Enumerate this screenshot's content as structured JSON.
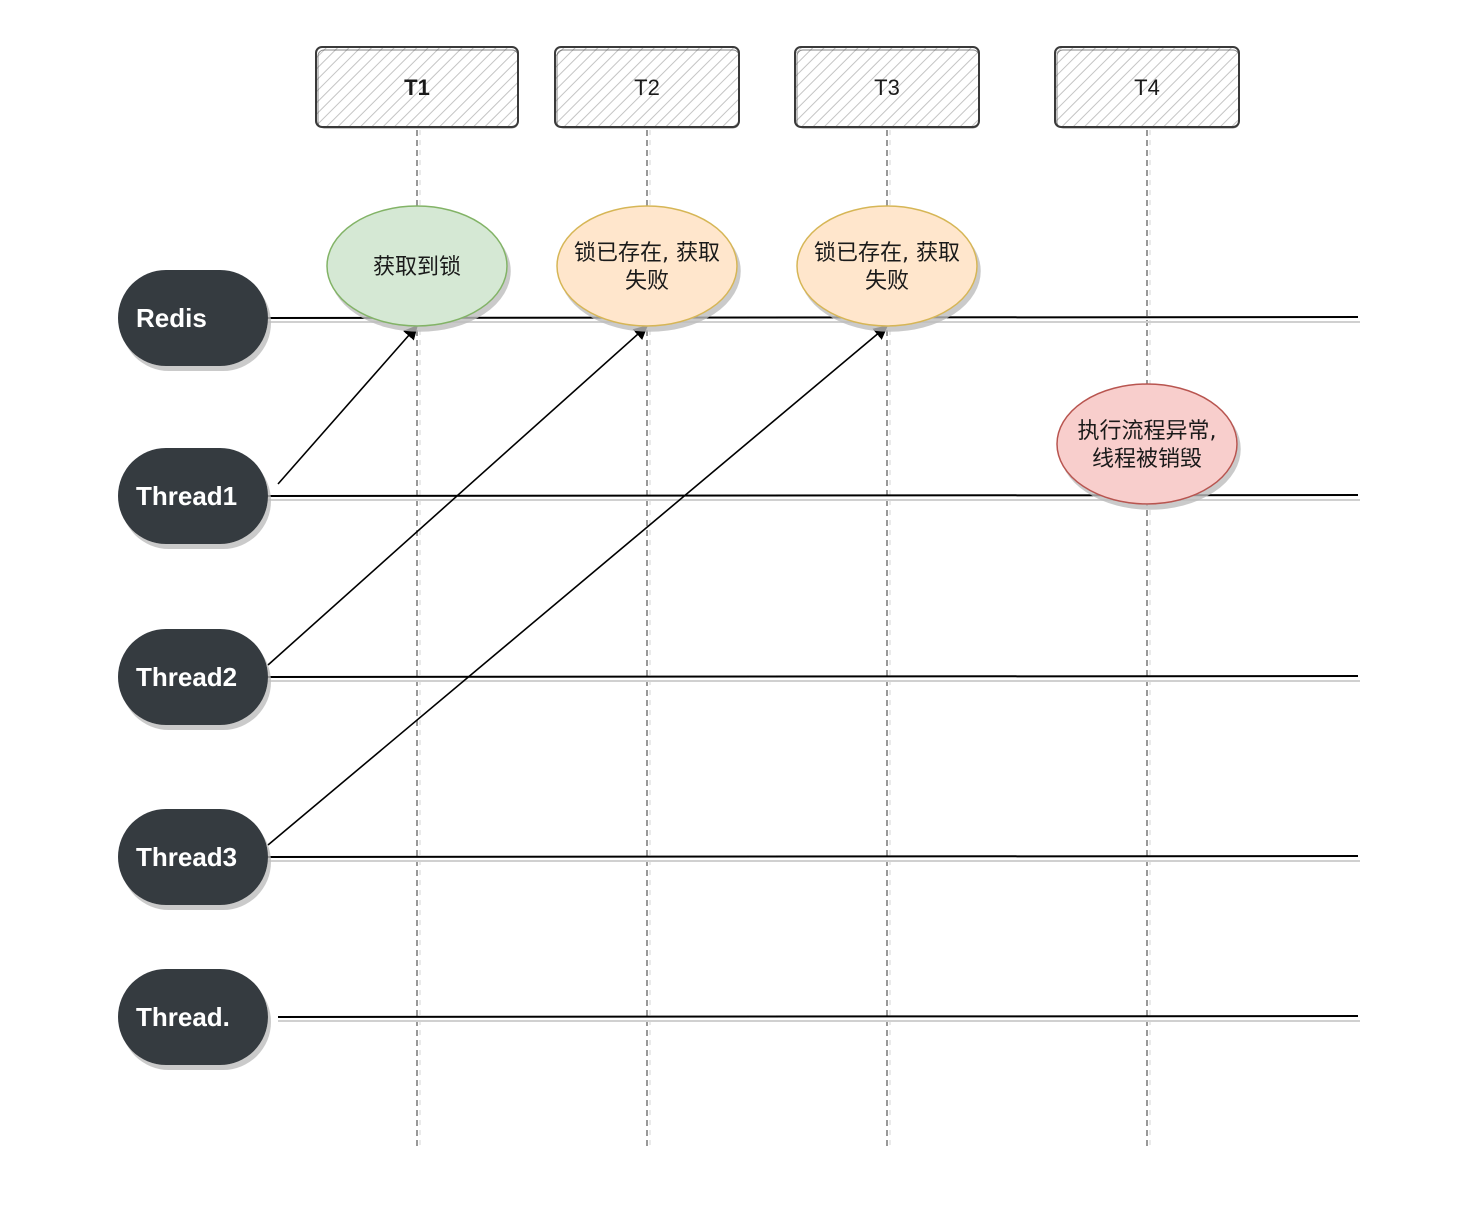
{
  "time_columns": [
    {
      "id": "t1",
      "label": "T1"
    },
    {
      "id": "t2",
      "label": "T2"
    },
    {
      "id": "t3",
      "label": "T3"
    },
    {
      "id": "t4",
      "label": "T4"
    }
  ],
  "lanes": [
    {
      "id": "redis",
      "label": "Redis"
    },
    {
      "id": "thread1",
      "label": "Thread1"
    },
    {
      "id": "thread2",
      "label": "Thread2"
    },
    {
      "id": "thread3",
      "label": "Thread3"
    },
    {
      "id": "threadn",
      "label": "Thread."
    }
  ],
  "events": [
    {
      "id": "t1-acquire",
      "lines": [
        "获取到锁"
      ],
      "fill": "#d5e8d4",
      "stroke": "#82b366"
    },
    {
      "id": "t2-fail",
      "lines": [
        "锁已存在, 获取",
        "失败"
      ],
      "fill": "#ffe6cc",
      "stroke": "#d6b656"
    },
    {
      "id": "t3-fail",
      "lines": [
        "锁已存在, 获取",
        "失败"
      ],
      "fill": "#ffe6cc",
      "stroke": "#d6b656"
    },
    {
      "id": "t4-crash",
      "lines": [
        "执行流程异常,",
        "线程被销毁"
      ],
      "fill": "#f8cecc",
      "stroke": "#b85450"
    }
  ],
  "arrows": [
    {
      "from_lane": "thread1",
      "to_event": "t1-acquire"
    },
    {
      "from_lane": "thread2",
      "to_event": "t2-fail"
    },
    {
      "from_lane": "thread3",
      "to_event": "t3-fail"
    }
  ],
  "colors": {
    "lane_fill": "#343a40",
    "line": "#000000",
    "dashed": "#999999",
    "time_box_stroke": "#3a3a3a",
    "hatch": "#bdbdbd"
  }
}
